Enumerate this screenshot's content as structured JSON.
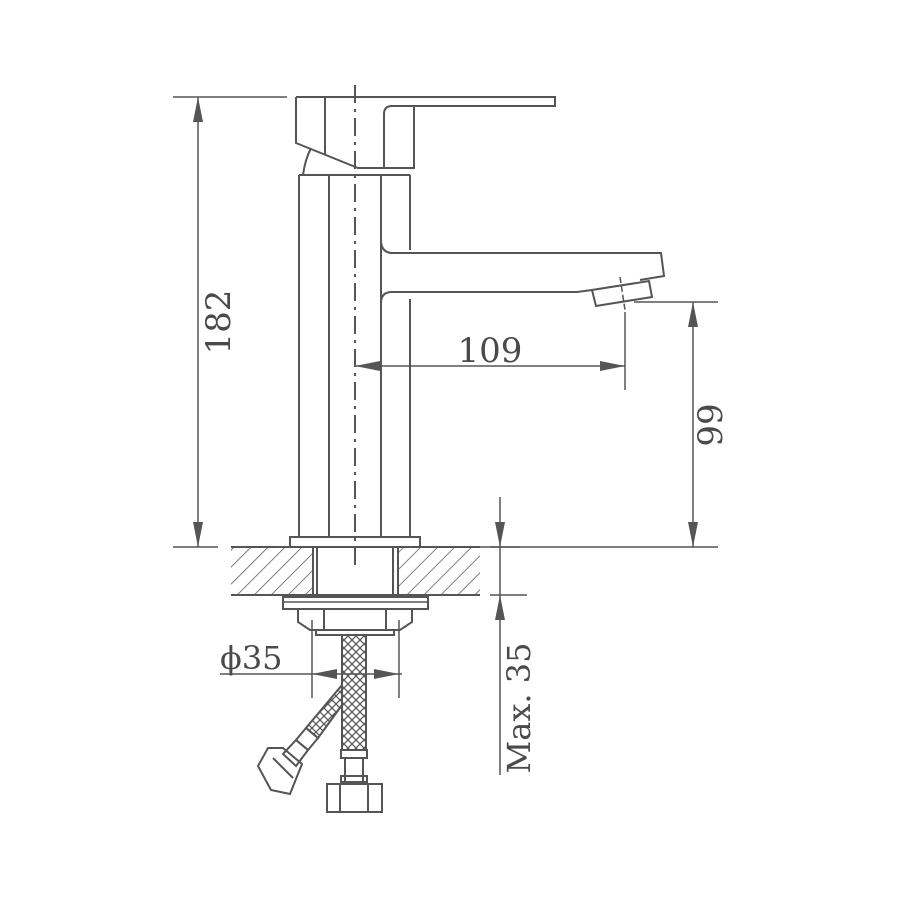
{
  "drawing": {
    "title": "Single lever basin faucet dimension drawing",
    "units": "mm",
    "line_color": "#555555",
    "background": "#ffffff"
  },
  "dimensions": {
    "total_height": "182",
    "spout_reach": "109",
    "spout_height": "99",
    "hole_diameter": "ϕ35",
    "max_counter_thickness": "Max. 35"
  },
  "components": [
    "lever-handle",
    "faucet-body",
    "spout",
    "aerator",
    "base-flange",
    "countertop-section",
    "mounting-nut",
    "braided-supply-hose-angled",
    "braided-supply-hose-straight",
    "hex-connector-nut"
  ]
}
